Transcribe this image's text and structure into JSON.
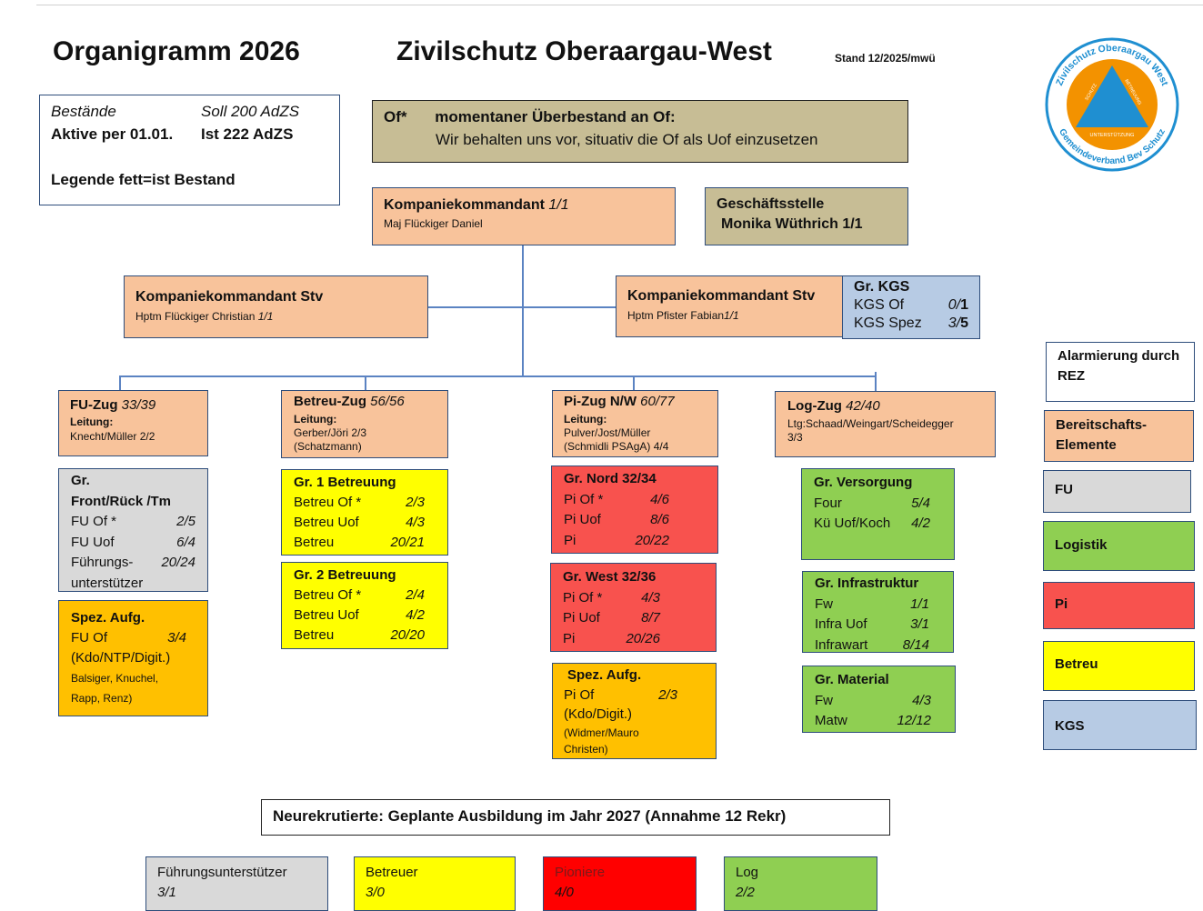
{
  "header": {
    "title": "Organigramm 2026",
    "org": "Zivilschutz Oberaargau-West",
    "stand": "Stand 12/2025/mwü"
  },
  "bestand": {
    "l1_a": "Bestände",
    "l1_b": "Soll  200 AdZS",
    "l2_a": "Aktive per 01.01.",
    "l2_b": "Ist  222 AdZS",
    "l3": "Legende fett=ist Bestand"
  },
  "notice": {
    "tag": "Of*",
    "title": "momentaner Überbestand an Of:",
    "text": "Wir behalten uns vor, situativ die Of als Uof einzusetzen"
  },
  "logo": {
    "ring_top": "Zivilschutz Oberaargau West",
    "ring_bottom": "Gemeindeverband Bev Schutz",
    "left": "SCHUTZ",
    "right": "BETREUUNG",
    "bottom": "UNTERSTÜTZUNG",
    "accent": "#f39200",
    "triangle": "#1f8fd1"
  },
  "kdt": {
    "title": "Kompaniekommandant",
    "count": "1/1",
    "name": "Maj Flückiger Daniel"
  },
  "gs": {
    "title": "Geschäftsstelle",
    "name": "Monika Wüthrich 1/1"
  },
  "stv1": {
    "title": "Kompaniekommandant Stv",
    "name": "Hptm Flückiger Christian",
    "count": "1/1"
  },
  "stv2": {
    "title": "Kompaniekommandant Stv",
    "name": "Hptm Pfister Fabian",
    "count": "1/1"
  },
  "kgs": {
    "title": "Gr. KGS",
    "r1_label": "KGS Of",
    "r1_a": "0/",
    "r1_b": "1",
    "r2_label": "KGS Spez",
    "r2_a": "3/",
    "r2_b": "5"
  },
  "fu_zug": {
    "title": "FU-Zug",
    "count": "33/39",
    "leitung": "Leitung:",
    "names": "Knecht/Müller 2/2"
  },
  "betreu_zug": {
    "title": "Betreu-Zug",
    "count": "56/56",
    "leitung": "Leitung:",
    "names1": "Gerber/Jöri  2/3",
    "names2": "(Schatzmann)"
  },
  "pi_zug": {
    "title": "Pi-Zug N/W",
    "count": "60/77",
    "leitung": "Leitung:",
    "names1": "Pulver/Jost/Müller",
    "names2": "(Schmidli PSAgA) 4/4"
  },
  "log_zug": {
    "title": "Log-Zug",
    "count": "42/40",
    "names1": "Ltg:Schaad/Weingart/Scheidegger",
    "names2": "3/3"
  },
  "gr_front": {
    "title1": "Gr.",
    "title2": "Front/Rück /Tm",
    "rows": [
      {
        "label": "FU Of *",
        "value": "2/5"
      },
      {
        "label": "FU Uof",
        "value": "6/4"
      },
      {
        "label": "Führungs-",
        "value": "20/24"
      }
    ],
    "extra": "unterstützer"
  },
  "spez_fu": {
    "title": "Spez. Aufg.",
    "row_label": "FU Of",
    "row_value": "3/4",
    "l2": "(Kdo/NTP/Digit.)",
    "l3": "Balsiger, Knuchel,",
    "l4": "Rapp, Renz)"
  },
  "gr1_betreuung": {
    "title": "Gr. 1 Betreuung",
    "rows": [
      {
        "label": "Betreu Of *",
        "value": "2/3"
      },
      {
        "label": "Betreu Uof",
        "value": "4/3"
      },
      {
        "label": "Betreu",
        "value": "20/21"
      }
    ]
  },
  "gr2_betreuung": {
    "title": "Gr. 2 Betreuung",
    "rows": [
      {
        "label": "Betreu Of *",
        "value": "2/4"
      },
      {
        "label": "Betreu Uof",
        "value": "4/2"
      },
      {
        "label": "Betreu",
        "value": "20/20"
      }
    ]
  },
  "gr_nord": {
    "title": "Gr. Nord 32/34",
    "rows": [
      {
        "label": "Pi Of *",
        "value": "4/6"
      },
      {
        "label": "Pi Uof",
        "value": "8/6"
      },
      {
        "label": "Pi",
        "value": "20/22"
      }
    ]
  },
  "gr_west": {
    "title": "Gr. West 32/36",
    "rows": [
      {
        "label": "Pi Of *",
        "value": "4/3"
      },
      {
        "label": "Pi Uof",
        "value": "8/7"
      },
      {
        "label": "Pi",
        "value": "20/26"
      }
    ]
  },
  "spez_pi": {
    "title": "Spez. Aufg.",
    "row_label": "Pi Of",
    "row_value": "2/3",
    "l2": "(Kdo/Digit.)",
    "l3": "(Widmer/Mauro",
    "l4": "Christen)"
  },
  "gr_versorgung": {
    "title": "Gr. Versorgung",
    "rows": [
      {
        "label": "Four",
        "value": "5/4"
      },
      {
        "label": "Kü Uof/Koch",
        "value": "4/2"
      }
    ]
  },
  "gr_infra": {
    "title": "Gr. Infrastruktur",
    "rows": [
      {
        "label": "Fw",
        "value": "1/1"
      },
      {
        "label": "Infra Uof",
        "value": "3/1"
      },
      {
        "label": "Infrawart",
        "value": "8/14"
      }
    ]
  },
  "gr_material": {
    "title": "Gr. Material",
    "rows": [
      {
        "label": "Fw",
        "value": "4/3"
      },
      {
        "label": "Matw",
        "value": "12/12"
      }
    ]
  },
  "legend": {
    "alarm": "Alarmierung durch REZ",
    "bereitschaft": "Bereitschafts-Elemente",
    "fu": "FU",
    "logistik": "Logistik",
    "pi": "Pi",
    "betreu": "Betreu",
    "kgs": "KGS"
  },
  "neu": {
    "title": "Neurekrutierte: Geplante Ausbildung im Jahr 2027 (Annahme 12 Rekr)",
    "items": [
      {
        "label": "Führungsunterstützer",
        "value": "3/1"
      },
      {
        "label": "Betreuer",
        "value": "3/0"
      },
      {
        "label": "Pioniere",
        "value": "4/0"
      },
      {
        "label": "Log",
        "value": "2/2"
      }
    ]
  },
  "colors": {
    "border": "#2e4d7b",
    "peach": "#f8c39b",
    "khaki": "#c7bd95",
    "kgs_blue": "#b7cbe4",
    "fu_grey": "#d9d9d9",
    "log_green": "#8fcf52",
    "pi_red": "#f8524e",
    "betreu_yellow": "#ffff00",
    "spez_orange": "#ffc000"
  }
}
